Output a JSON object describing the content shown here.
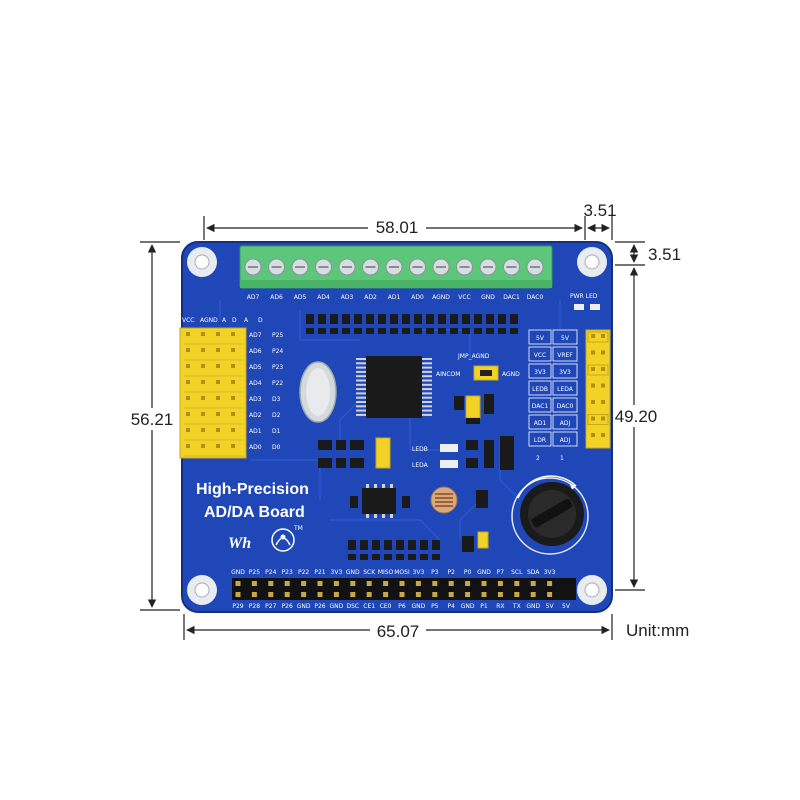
{
  "dimensions": {
    "top_width": "58.01",
    "top_right_offset": "3.51",
    "right_top_offset": "3.51",
    "left_height": "56.21",
    "right_height": "49.20",
    "bottom_width": "65.07",
    "unit": "Unit:mm"
  },
  "board": {
    "title_line1": "High-Precision",
    "title_line2": "AD/DA Board",
    "logo": "Wh",
    "tm": "TM",
    "terminal_labels": [
      "AD7",
      "AD6",
      "AD5",
      "AD4",
      "AD3",
      "AD2",
      "AD1",
      "AD0",
      "AGND",
      "VCC",
      "GND",
      "DAC1",
      "DAC0"
    ],
    "pwr_led": "PWR LED",
    "jmp_agnd": "JMP_AGND",
    "aincom": "AINCOM",
    "agnd": "AGND",
    "left_header_top": [
      "VCC",
      "AGND",
      "A",
      "D",
      "A",
      "D"
    ],
    "left_ad_labels": [
      "AD7",
      "AD6",
      "AD5",
      "AD4",
      "AD3",
      "AD2",
      "AD1",
      "AD0"
    ],
    "left_pin_labels": [
      "P25",
      "P24",
      "P23",
      "P22",
      "D3",
      "D2",
      "D1",
      "D0"
    ],
    "right_col1": [
      "5V",
      "VCC",
      "3V3",
      "LEDB",
      "DAC1",
      "AD1",
      "LDR"
    ],
    "right_col2": [
      "5V",
      "VREF",
      "3V3",
      "LEDA",
      "DAC0",
      "ADJ",
      "ADJ"
    ],
    "right_bottom": [
      "2",
      "1"
    ],
    "ledb": "LEDB",
    "leda": "LEDA",
    "gpio_top": [
      "GND",
      "P25",
      "P24",
      "P23",
      "P22",
      "P21",
      "3V3",
      "GND",
      "SCK",
      "MISO",
      "MOSI",
      "3V3",
      "P3",
      "P2",
      "P0",
      "GND",
      "P7",
      "SCL",
      "SDA",
      "3V3"
    ],
    "gpio_bottom": [
      "P29",
      "P28",
      "P27",
      "P26",
      "GND",
      "P26",
      "GND",
      "DSC",
      "CE1",
      "CE0",
      "P6",
      "GND",
      "P5",
      "P4",
      "GND",
      "P1",
      "RX",
      "TX",
      "GND",
      "5V",
      "5V"
    ]
  },
  "colors": {
    "pcb": "#1f47b8",
    "terminal": "#5cc77a",
    "header": "#f3d227",
    "chip": "#1a1a1a"
  },
  "icons": [
    "logo-icon",
    "pcb-icon",
    "potentiometer-icon",
    "photoresistor-icon",
    "crystal-icon"
  ]
}
